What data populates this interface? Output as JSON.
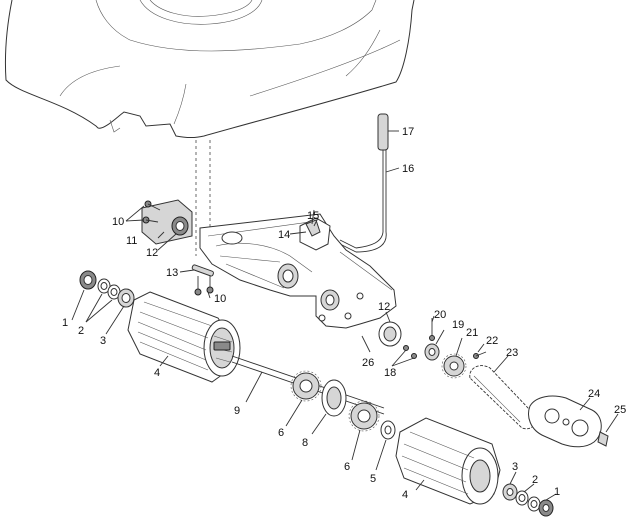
{
  "callouts": [
    {
      "id": "c17",
      "text": "17"
    },
    {
      "id": "c16",
      "text": "16"
    },
    {
      "id": "c15",
      "text": "15"
    },
    {
      "id": "c14",
      "text": "14"
    },
    {
      "id": "c10a",
      "text": "10"
    },
    {
      "id": "c11",
      "text": "11"
    },
    {
      "id": "c12a",
      "text": "12"
    },
    {
      "id": "c13",
      "text": "13"
    },
    {
      "id": "c10b",
      "text": "10"
    },
    {
      "id": "c1a",
      "text": "1"
    },
    {
      "id": "c2a",
      "text": "2"
    },
    {
      "id": "c3a",
      "text": "3"
    },
    {
      "id": "c4a",
      "text": "4"
    },
    {
      "id": "c12b",
      "text": "12"
    },
    {
      "id": "c20",
      "text": "20"
    },
    {
      "id": "c19",
      "text": "19"
    },
    {
      "id": "c21",
      "text": "21"
    },
    {
      "id": "c22",
      "text": "22"
    },
    {
      "id": "c23",
      "text": "23"
    },
    {
      "id": "c26",
      "text": "26"
    },
    {
      "id": "c18",
      "text": "18"
    },
    {
      "id": "c9",
      "text": "9"
    },
    {
      "id": "c6a",
      "text": "6"
    },
    {
      "id": "c8",
      "text": "8"
    },
    {
      "id": "c6b",
      "text": "6"
    },
    {
      "id": "c5",
      "text": "5"
    },
    {
      "id": "c24",
      "text": "24"
    },
    {
      "id": "c25",
      "text": "25"
    },
    {
      "id": "c3b",
      "text": "3"
    },
    {
      "id": "c2b",
      "text": "2"
    },
    {
      "id": "c1b",
      "text": "1"
    },
    {
      "id": "c4b",
      "text": "4"
    }
  ]
}
